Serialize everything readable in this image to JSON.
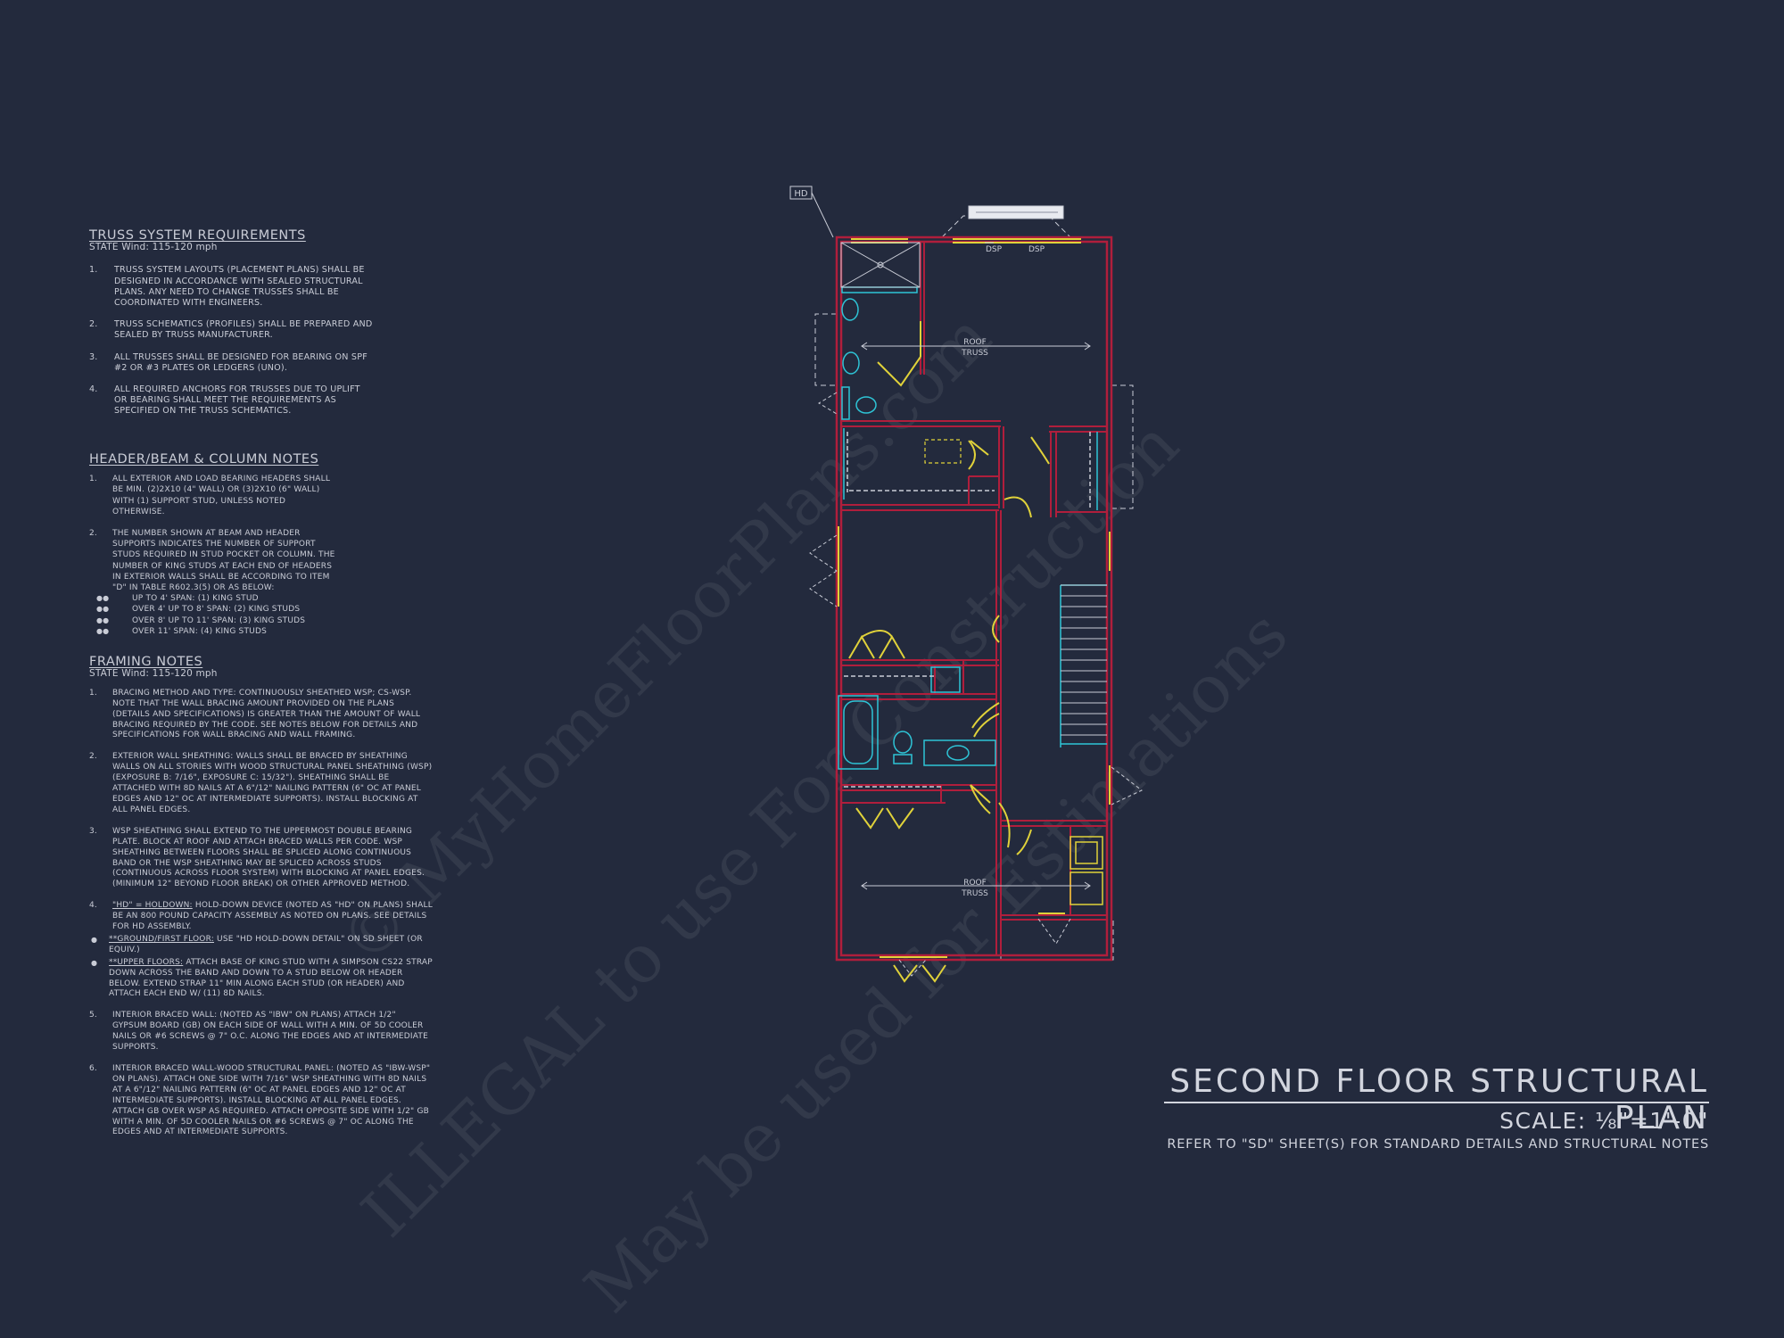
{
  "watermarks": {
    "line1": "© MyHomeFloorPlans.com",
    "line2": "ILLEGAL to use For Construction",
    "line3": "May be used for Estimations"
  },
  "truss": {
    "title": "TRUSS SYSTEM REQUIREMENTS",
    "subtitle": "STATE Wind: 115-120 mph",
    "items": [
      {
        "n": "1.",
        "t": "TRUSS SYSTEM LAYOUTS (PLACEMENT PLANS) SHALL BE DESIGNED IN ACCORDANCE WITH SEALED STRUCTURAL PLANS. ANY NEED TO CHANGE TRUSSES SHALL BE COORDINATED WITH ENGINEERS."
      },
      {
        "n": "2.",
        "t": "TRUSS SCHEMATICS (PROFILES) SHALL BE PREPARED AND SEALED BY TRUSS MANUFACTURER."
      },
      {
        "n": "3.",
        "t": "ALL TRUSSES SHALL BE DESIGNED FOR BEARING ON SPF #2 OR #3 PLATES OR LEDGERS (UNO)."
      },
      {
        "n": "4.",
        "t": "ALL REQUIRED ANCHORS FOR TRUSSES DUE TO UPLIFT OR BEARING SHALL MEET THE REQUIREMENTS AS SPECIFIED ON THE TRUSS SCHEMATICS."
      }
    ]
  },
  "header": {
    "title": "HEADER/BEAM & COLUMN NOTES",
    "items": [
      {
        "n": "1.",
        "t": "ALL EXTERIOR AND LOAD BEARING HEADERS SHALL BE MIN. (2)2x10 (4\" WALL) OR (3)2x10 (6\" WALL) WITH (1) SUPPORT STUD, UNLESS NOTED OTHERWISE."
      },
      {
        "n": "2.",
        "t": "THE NUMBER SHOWN AT BEAM AND HEADER SUPPORTS INDICATES THE NUMBER OF SUPPORT STUDS REQUIRED IN STUD POCKET OR COLUMN. THE NUMBER OF KING STUDS AT EACH END OF HEADERS IN EXTERIOR WALLS SHALL BE ACCORDING TO ITEM \"d\" IN TABLE R602.3(5) OR AS BELOW:"
      }
    ],
    "bullets": [
      "UP TO 4' SPAN: (1) KING STUD",
      "OVER 4' UP TO 8' SPAN: (2) KING STUDS",
      "OVER 8' UP TO 11' SPAN: (3) KING STUDS",
      "OVER 11' SPAN: (4) KING STUDS"
    ],
    "bullet_mark": "●●"
  },
  "framing": {
    "title": "FRAMING NOTES",
    "subtitle": "STATE Wind: 115-120 mph",
    "items": [
      {
        "n": "1.",
        "t": "BRACING METHOD AND TYPE: CONTINUOUSLY SHEATHED WSP; CS-WSP. NOTE THAT THE WALL BRACING AMOUNT PROVIDED ON THE PLANS (DETAILS AND SPECIFICATIONS) IS GREATER THAN THE AMOUNT OF WALL BRACING REQUIRED BY THE CODE. SEE NOTES BELOW FOR DETAILS AND SPECIFICATIONS FOR WALL BRACING AND WALL FRAMING."
      },
      {
        "n": "2.",
        "t": "EXTERIOR WALL SHEATHING: WALLS SHALL BE BRACED BY SHEATHING WALLS ON ALL STORIES WITH WOOD STRUCTURAL PANEL SHEATHING (WSP) (EXPOSURE B: 7/16\", EXPOSURE C: 15/32\"). SHEATHING SHALL BE ATTACHED WITH 8d NAILS AT A 6\"/12\" NAILING PATTERN (6\" OC AT PANEL EDGES AND 12\" OC AT INTERMEDIATE SUPPORTS). INSTALL BLOCKING AT ALL PANEL EDGES."
      },
      {
        "n": "3.",
        "t": "WSP SHEATHING SHALL EXTEND TO THE UPPERMOST DOUBLE BEARING PLATE. BLOCK AT ROOF AND ATTACH BRACED WALLS PER CODE. WSP SHEATHING BETWEEN FLOORS SHALL BE SPLICED ALONG CONTINUOUS BAND OR THE WSP SHEATHING MAY BE SPLICED ACROSS STUDS (CONTINUOUS ACROSS FLOOR SYSTEM) WITH BLOCKING AT PANEL EDGES. (MINIMUM 12\" BEYOND FLOOR BREAK) OR OTHER APPROVED METHOD."
      },
      {
        "n": "4.",
        "u": "\"HD\" = HOLDOWN:",
        "t": " HOLD-DOWN DEVICE (NOTED AS \"HD\" ON PLANS) SHALL BE AN 800 POUND CAPACITY ASSEMBLY AS NOTED ON PLANS. SEE DETAILS FOR HD ASSEMBLY."
      }
    ],
    "sub1_u": "**GROUND/FIRST FLOOR:",
    "sub1_t": " USE \"HD HOLD-DOWN DETAIL\" ON SD SHEET (OR EQUIV.)",
    "sub2_u": "**UPPER FLOORS:",
    "sub2_t": " ATTACH BASE OF KING STUD WITH A SIMPSON CS22 STRAP DOWN ACROSS THE BAND AND DOWN TO A STUD BELOW OR HEADER BELOW. EXTEND STRAP 11\" MIN ALONG EACH STUD (OR HEADER) AND ATTACH EACH END W/ (11) 8d NAILS.",
    "items2": [
      {
        "n": "5.",
        "t": "INTERIOR BRACED WALL: (NOTED AS \"IBW\" ON PLANS) ATTACH 1/2\" GYPSUM BOARD (GB) ON EACH SIDE OF WALL WITH A MIN. OF 5d COOLER NAILS OR #6 SCREWS @ 7\" O.C. ALONG THE EDGES AND AT INTERMEDIATE SUPPORTS."
      },
      {
        "n": "6.",
        "t": "INTERIOR BRACED WALL-WOOD STRUCTURAL PANEL: (NOTED AS \"IBW-WSP\" ON PLANS). ATTACH ONE SIDE WITH 7/16\" WSP SHEATHING WITH 8d NAILS AT A 6\"/12\" NAILING PATTERN (6\" OC AT PANEL EDGES AND 12\" OC AT INTERMEDIATE SUPPORTS). INSTALL BLOCKING AT ALL PANEL EDGES. ATTACH GB OVER WSP AS REQUIRED. ATTACH OPPOSITE SIDE WITH 1/2\" GB WITH A MIN. OF 5d COOLER NAILS OR #6 SCREWS @ 7\" OC ALONG THE EDGES AND AT INTERMEDIATE SUPPORTS."
      }
    ]
  },
  "plan_labels": {
    "hd": "HD",
    "dsp1": "DSP",
    "dsp2": "DSP",
    "roof1_a": "ROOF",
    "roof1_b": "TRUSS",
    "roof2_a": "ROOF",
    "roof2_b": "TRUSS"
  },
  "title_block": {
    "title": "SECOND FLOOR STRUCTURAL PLAN",
    "scale": "SCALE: ⅛\"=1'-0\"",
    "ref": "REFER TO \"SD\" SHEET(S) FOR STANDARD DETAILS AND STRUCTURAL NOTES"
  },
  "colors": {
    "background": "#232a3d",
    "wall": "#b01e3c",
    "fixture": "#2ec4d6",
    "door": "#e0d23a",
    "text": "#c9ccd6"
  }
}
